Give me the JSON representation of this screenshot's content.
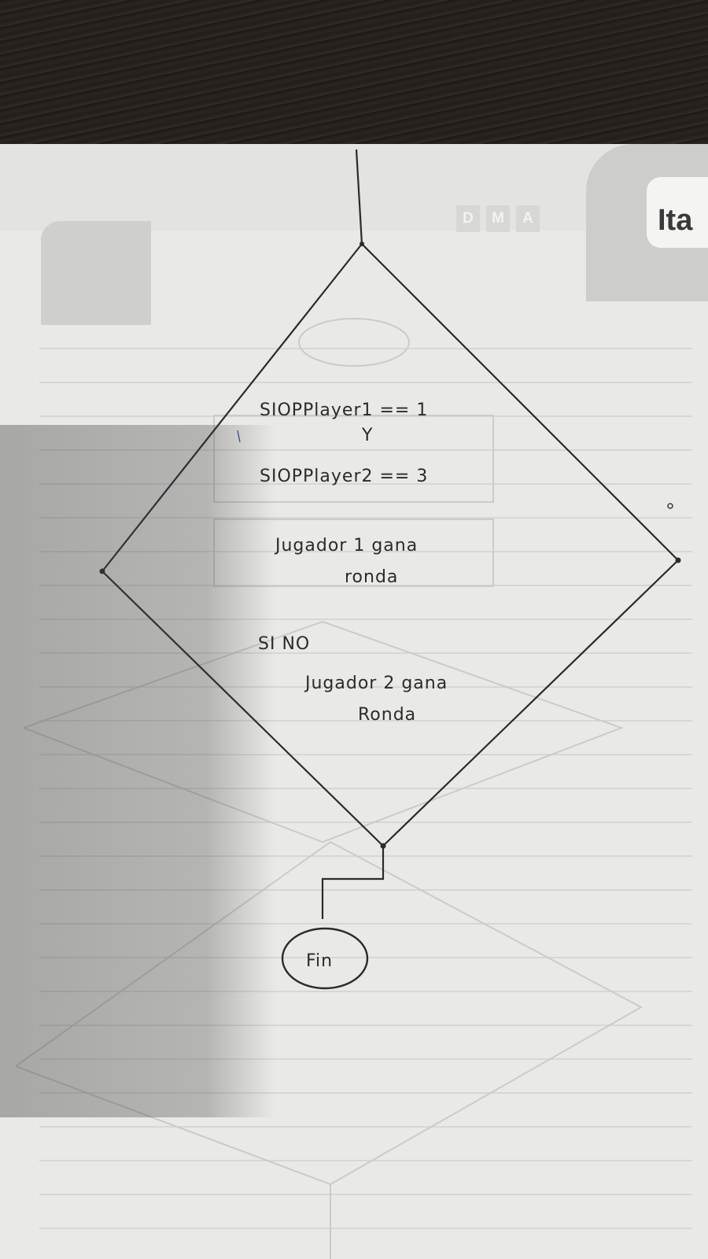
{
  "header": {
    "brand": "Ita",
    "level_badges": [
      "D",
      "M",
      "A"
    ]
  },
  "diagram": {
    "condition_line_1": "SIOPPlayer1 == 1",
    "condition_connector": "Y",
    "condition_line_2": "SIOPPlayer2 == 3",
    "then_line_1": "Jugador 1 gana",
    "then_line_2": "ronda",
    "else_label": "SI NO",
    "else_line_1": "Jugador 2 gana",
    "else_line_2": "Ronda",
    "end_label": "Fin"
  },
  "colors": {
    "ink": "#2b2b2b",
    "paper": "#e9eae7",
    "ruled_line": "#c9ccd0"
  }
}
